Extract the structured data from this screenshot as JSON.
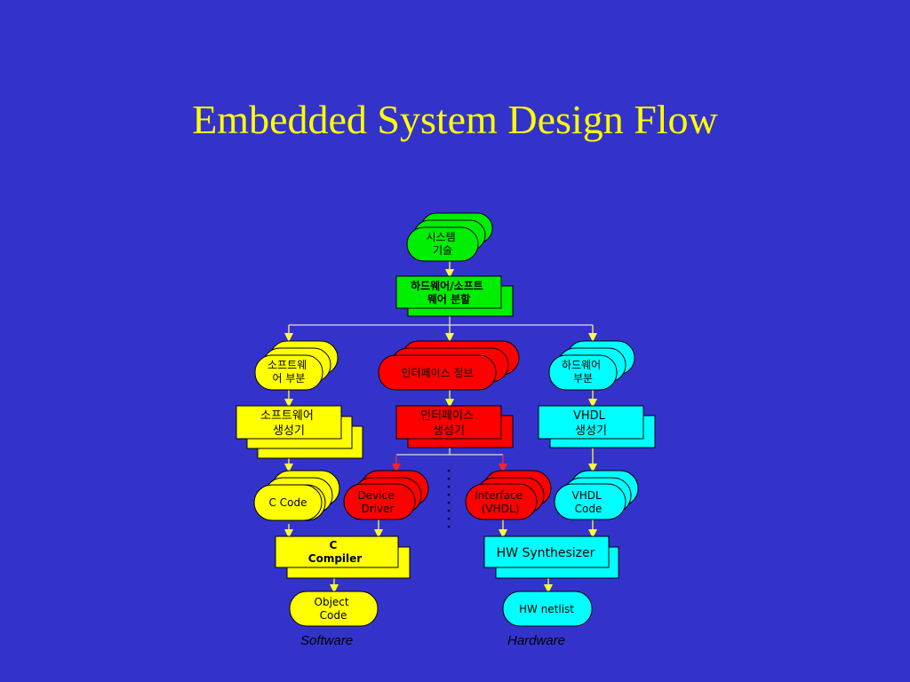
{
  "title": "Embedded System Design Flow",
  "colors": {
    "background": "#3333cc",
    "title": "#ffff00",
    "green": "#00ee00",
    "yellow": "#ffff00",
    "red": "#ff0000",
    "cyan": "#00ffff",
    "arrow": "#ffff33",
    "connector": "#dddddd"
  },
  "nodes": {
    "system_description": [
      "시스템",
      "기술"
    ],
    "hw_sw_partition": [
      "하드웨어/소프트",
      "웨어 분할"
    ],
    "software_part": [
      "소프트웨",
      "어 부분"
    ],
    "interface_info": [
      "인터페이스 정보"
    ],
    "hardware_part": [
      "하드웨어",
      "부분"
    ],
    "sw_generator": [
      "소프트웨어",
      "생성기"
    ],
    "interface_generator": [
      "인터페이스",
      "생성기"
    ],
    "vhdl_generator": [
      "VHDL",
      "생성기"
    ],
    "c_code": [
      "C Code"
    ],
    "device_driver": [
      "Device",
      "Driver"
    ],
    "interface_vhdl": [
      "Interface",
      "(VHDL)"
    ],
    "vhdl_code": [
      "VHDL",
      "Code"
    ],
    "c_compiler": [
      "C",
      "Compiler"
    ],
    "hw_synthesizer": [
      "HW Synthesizer"
    ],
    "object_code": [
      "Object",
      "Code"
    ],
    "hw_netlist": [
      "HW netlist"
    ]
  },
  "captions": {
    "software": "Software",
    "hardware": "Hardware"
  }
}
